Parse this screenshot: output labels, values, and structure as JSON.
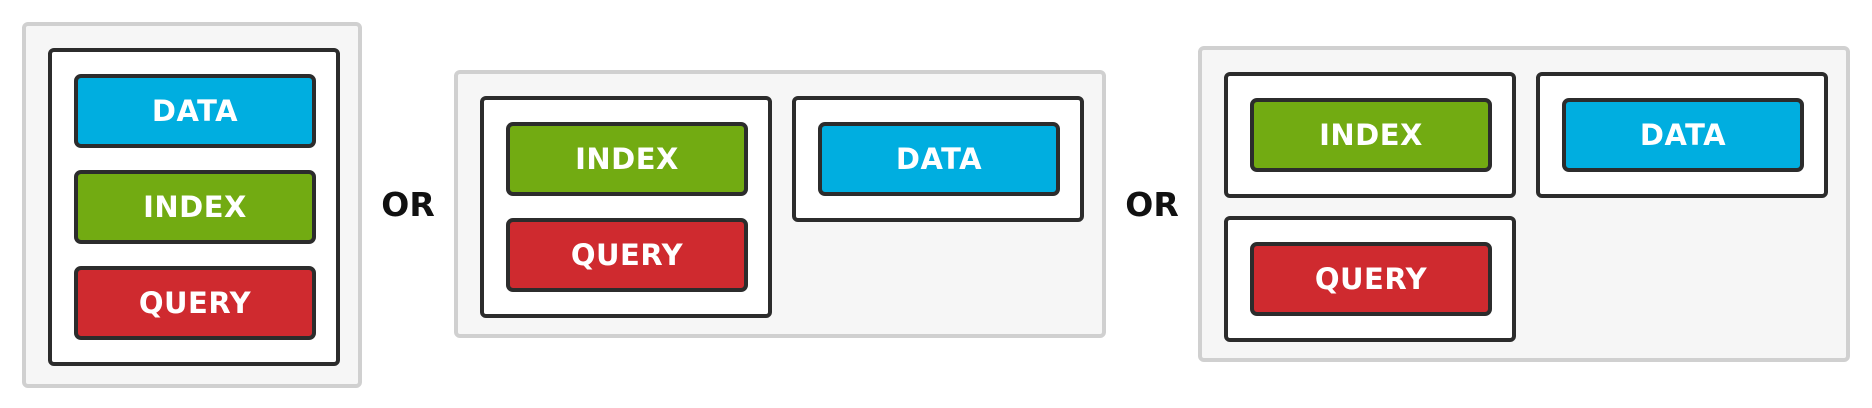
{
  "labels": {
    "data": "DATA",
    "index": "INDEX",
    "query": "QUERY",
    "separator": "OR"
  },
  "colors": {
    "data": "#00aee0",
    "index": "#72ab12",
    "query": "#cf2a2f",
    "node_border": "#2c2c2c",
    "group_border": "#d0d0d0"
  }
}
